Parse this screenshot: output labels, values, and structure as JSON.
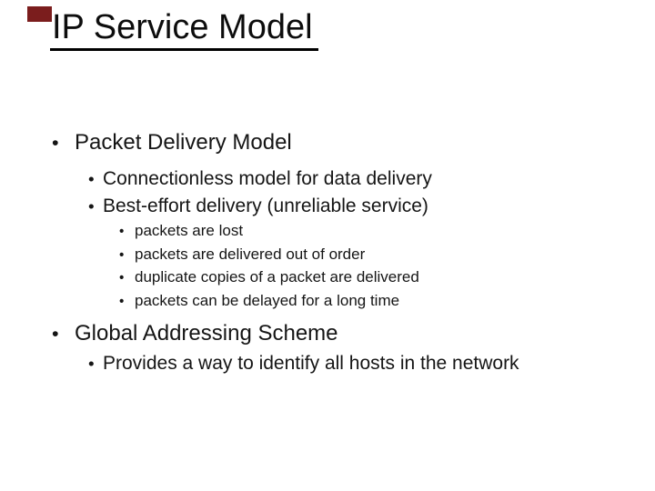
{
  "slide": {
    "title": "IP Service Model",
    "bullet_glyph": "•",
    "accent_rectangle_color": "#7b1d1d",
    "background_color": "#ffffff",
    "text_color": "#151515",
    "bullets": [
      {
        "level": 1,
        "text": "Packet Delivery Model"
      },
      {
        "level": 2,
        "text": "Connectionless model for data delivery"
      },
      {
        "level": 2,
        "text": "Best-effort delivery (unreliable service)"
      },
      {
        "level": 3,
        "text": "packets are lost"
      },
      {
        "level": 3,
        "text": "packets are delivered out of order"
      },
      {
        "level": 3,
        "text": "duplicate copies of a packet are delivered"
      },
      {
        "level": 3,
        "text": "packets can be delayed for a long time"
      },
      {
        "level": 1,
        "text": "Global Addressing Scheme"
      },
      {
        "level": 2,
        "text": "Provides a way to identify all hosts in the network"
      }
    ]
  }
}
